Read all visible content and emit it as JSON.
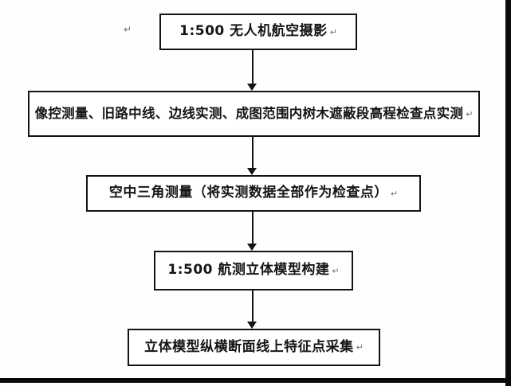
{
  "colors": {
    "background": "#ffffff",
    "box_border": "#141414",
    "box_text": "#151515",
    "formatting_mark": "#6f6f6f",
    "page_edge_bar": "#0a0a0a"
  },
  "flowchart": {
    "stray_return_mark": "↵",
    "return_mark": "↵",
    "steps": [
      {
        "label": "1:500 无人机航空摄影"
      },
      {
        "label": "像控测量、旧路中线、边线实测、成图范围内树木遮蔽段高程检查点实测"
      },
      {
        "label": "空中三角测量（将实测数据全部作为检查点）"
      },
      {
        "label": "1:500 航测立体模型构建"
      },
      {
        "label": "立体模型纵横断面线上特征点采集"
      }
    ]
  }
}
